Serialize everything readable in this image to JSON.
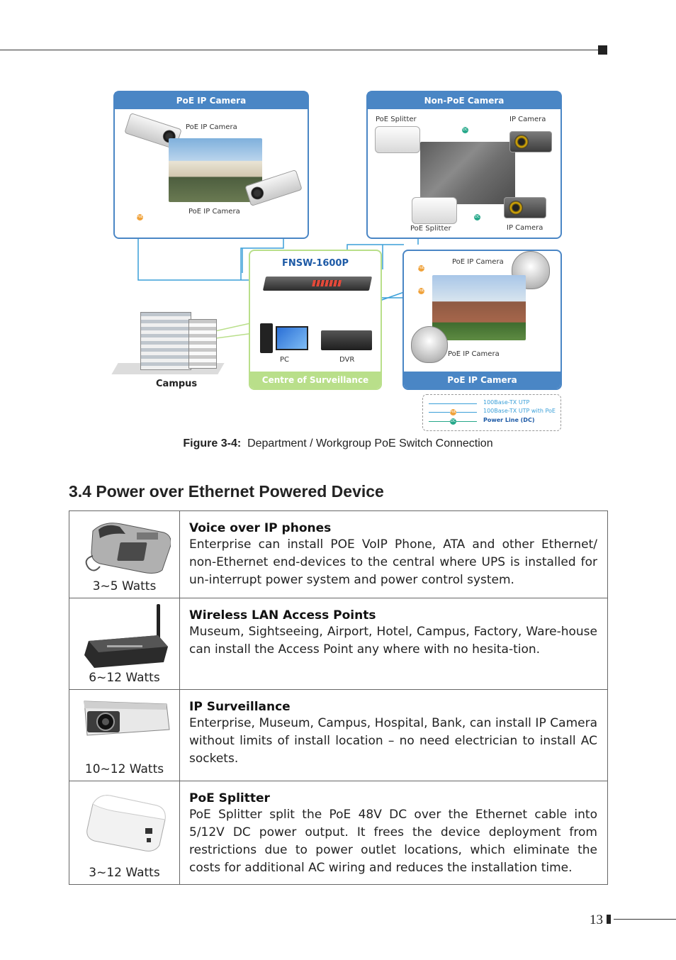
{
  "diagram": {
    "poe_panel_left": {
      "title": "PoE IP Camera",
      "cam_top": "PoE IP Camera",
      "cam_bottom": "PoE IP Camera"
    },
    "non_poe_panel": {
      "title": "Non-PoE Camera",
      "splitter_top": "PoE Splitter",
      "camera_top": "IP Camera",
      "splitter_bottom": "PoE Splitter",
      "camera_bottom": "IP Camera"
    },
    "switch_name": "FNSW-1600P",
    "pc_label": "PC",
    "dvr_label": "DVR",
    "centre_title": "Centre of Surveillance",
    "campus_label": "Campus",
    "poe_panel_right": {
      "title": "PoE IP Camera",
      "cam_top": "PoE IP Camera",
      "cam_bottom": "PoE IP Camera"
    },
    "legend": {
      "utp": "100Base-TX UTP",
      "utp_poe": "100Base-TX UTP with PoE",
      "power": "Power Line (DC)"
    },
    "badges": {
      "poe": "PoE",
      "dc": "DC"
    },
    "colors": {
      "panel_blue": "#4a86c5",
      "panel_green": "#b9df8a",
      "line_blue": "#3a9fd8",
      "poe_orange": "#f0a23a",
      "dc_teal": "#26a88a"
    }
  },
  "caption": {
    "label": "Figure 3-4:",
    "text": "Department / Workgroup PoE Switch Connection"
  },
  "section": {
    "title": "3.4 Power over Ethernet Powered Device"
  },
  "devices": [
    {
      "watts": "3~5 Watts",
      "title": "Voice over IP phones",
      "desc": "Enterprise can install POE VoIP Phone, ATA and other Ethernet/ non-Ethernet end-devices to the central where UPS is installed for un-interrupt power system and power control system.",
      "icon": "voip-phone-icon"
    },
    {
      "watts": "6~12 Watts",
      "title": "Wireless LAN Access Points",
      "desc": "Museum, Sightseeing, Airport, Hotel, Campus, Factory, Ware-house can install the Access Point any where with no hesita-tion.",
      "icon": "access-point-icon"
    },
    {
      "watts": "10~12 Watts",
      "title": "IP Surveillance",
      "desc": "Enterprise, Museum, Campus, Hospital, Bank, can install IP Camera without limits of install location – no need electrician to install AC sockets.",
      "icon": "ip-camera-icon"
    },
    {
      "watts": "3~12 Watts",
      "title": "PoE Splitter",
      "desc": "PoE Splitter split the PoE 48V DC over the Ethernet cable into 5/12V DC power output. It frees the device deployment from restrictions due to power outlet locations, which eliminate the costs for additional AC wiring and reduces the installation time.",
      "icon": "poe-splitter-icon"
    }
  ],
  "page_number": "13"
}
